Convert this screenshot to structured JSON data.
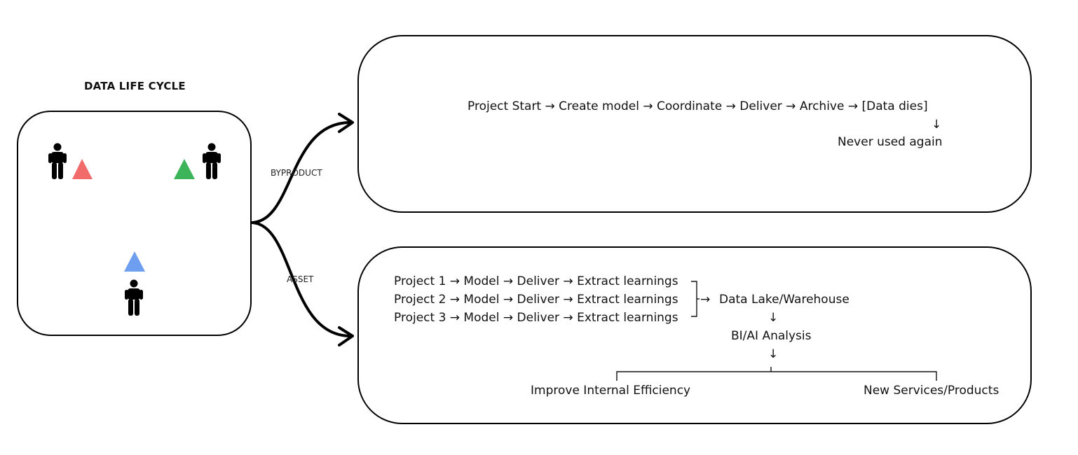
{
  "title": "DATA LIFE CYCLE",
  "edges": {
    "byproduct": "BYPRODUCT",
    "asset": "ASSET"
  },
  "people": {
    "icon": "person-icon",
    "markers": [
      {
        "name": "red-triangle",
        "color": "#f26b6b"
      },
      {
        "name": "green-triangle",
        "color": "#3cb55a"
      },
      {
        "name": "blue-triangle",
        "color": "#6e9ef0"
      }
    ]
  },
  "byproduct_flow": {
    "chain": "Project Start → Create model → Coordinate → Deliver → Archive → [Data dies]",
    "down_arrow": "↓",
    "end": "Never used again"
  },
  "asset_flow": {
    "projects": [
      "Project 1 → Model → Deliver → Extract learnings",
      "Project 2 → Model → Deliver → Extract learnings",
      "Project 3 → Model → Deliver → Extract learnings"
    ],
    "merge_arrow": "→",
    "storage": "Data Lake/Warehouse",
    "down_arrow_1": "↓",
    "analysis": "BI/AI Analysis",
    "down_arrow_2": "↓",
    "outcomes": [
      "Improve Internal Efficiency",
      "New Services/Products"
    ]
  }
}
